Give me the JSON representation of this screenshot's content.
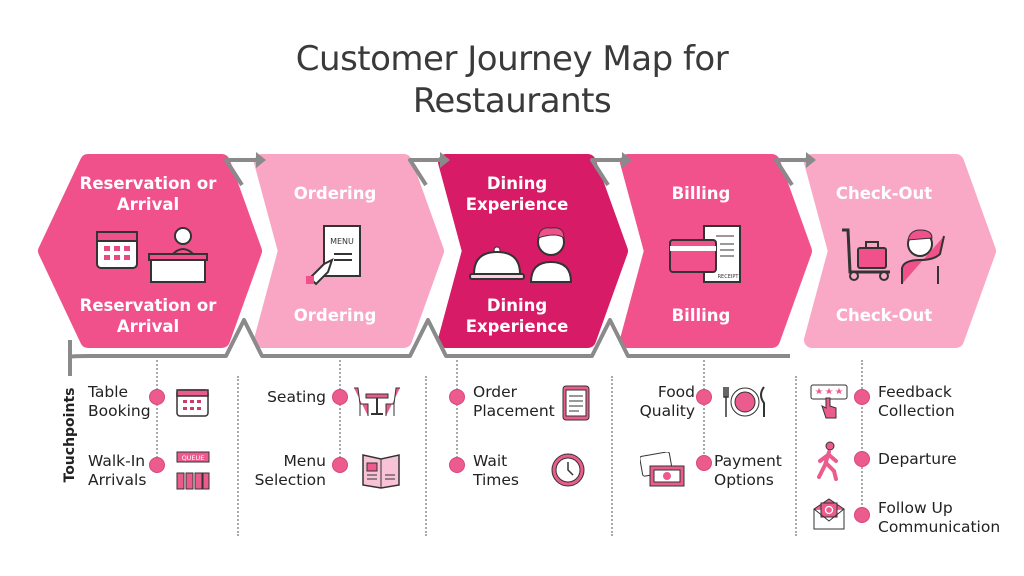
{
  "title_line1": "Customer Journey Map for",
  "title_line2": "Restaurants",
  "touchpoints_label": "Touchpoints",
  "colors": {
    "stage1": "#f0518a",
    "stage2": "#f9a6c4",
    "stage3": "#d81b66",
    "stage4": "#f2528c",
    "stage5": "#f9a9c6",
    "dot": "#ec5b8e",
    "connector": "#8a8a8a"
  },
  "stages": [
    {
      "label_top": "Reservation or Arrival",
      "label_bottom": "Reservation or Arrival",
      "icons": [
        "calendar-icon",
        "receptionist-icon"
      ]
    },
    {
      "label_top": "Ordering",
      "label_bottom": "Ordering",
      "icons": [
        "menu-icon"
      ],
      "icon_text": "MENU"
    },
    {
      "label_top": "Dining Experience",
      "label_bottom": "Dining Experience",
      "icons": [
        "cloche-icon",
        "diner-icon"
      ]
    },
    {
      "label_top": "Billing",
      "label_bottom": "Billing",
      "icons": [
        "credit-card-icon",
        "receipt-icon"
      ],
      "icon_text": "RECEIPT"
    },
    {
      "label_top": "Check-Out",
      "label_bottom": "Check-Out",
      "icons": [
        "luggage-cart-icon",
        "waving-person-icon"
      ]
    }
  ],
  "touchpoints": [
    [
      {
        "label": "Table Booking",
        "icon": "calendar-icon"
      },
      {
        "label": "Walk-In Arrivals",
        "icon": "queue-icon",
        "icon_text": "QUEUE"
      }
    ],
    [
      {
        "label": "Seating",
        "icon": "table-chairs-icon"
      },
      {
        "label": "Menu Selection",
        "icon": "open-menu-icon"
      }
    ],
    [
      {
        "label": "Order Placement",
        "icon": "clipboard-icon"
      },
      {
        "label": "Wait Times",
        "icon": "clock-icon"
      }
    ],
    [
      {
        "label": "Food Quality",
        "icon": "plate-icon"
      },
      {
        "label": "Payment Options",
        "icon": "cash-card-icon"
      }
    ],
    [
      {
        "label": "Feedback Collection",
        "icon": "rating-icon"
      },
      {
        "label": "Departure",
        "icon": "walking-icon"
      },
      {
        "label": "Follow Up Communication",
        "icon": "email-icon"
      }
    ]
  ]
}
